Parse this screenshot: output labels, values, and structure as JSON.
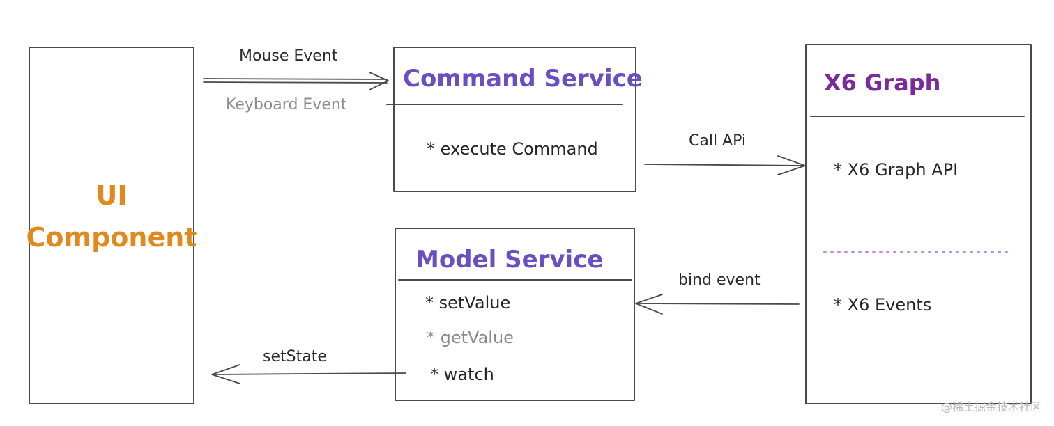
{
  "ui_component": {
    "line1": "UI",
    "line2": "Component"
  },
  "command_service": {
    "title": "Command Service",
    "items": [
      "* execute Command"
    ]
  },
  "model_service": {
    "title": "Model Service",
    "items": [
      "* setValue",
      "* getValue",
      "* watch"
    ]
  },
  "x6_graph": {
    "title": "X6 Graph",
    "items": [
      "* X6 Graph API",
      "* X6 Events"
    ]
  },
  "edges": {
    "mouse_event": "Mouse Event",
    "keyboard_event": "Keyboard Event",
    "call_api": "Call APi",
    "bind_event": "bind event",
    "set_state": "setState"
  },
  "watermark": "@稀土掘金技术社区",
  "colors": {
    "service_title": "#6a4fc3",
    "graph_title": "#7a2a9a",
    "ui_component": "#e08a1e",
    "muted_text": "#8a8a8a",
    "dotted_divider": "#c58ad6"
  }
}
